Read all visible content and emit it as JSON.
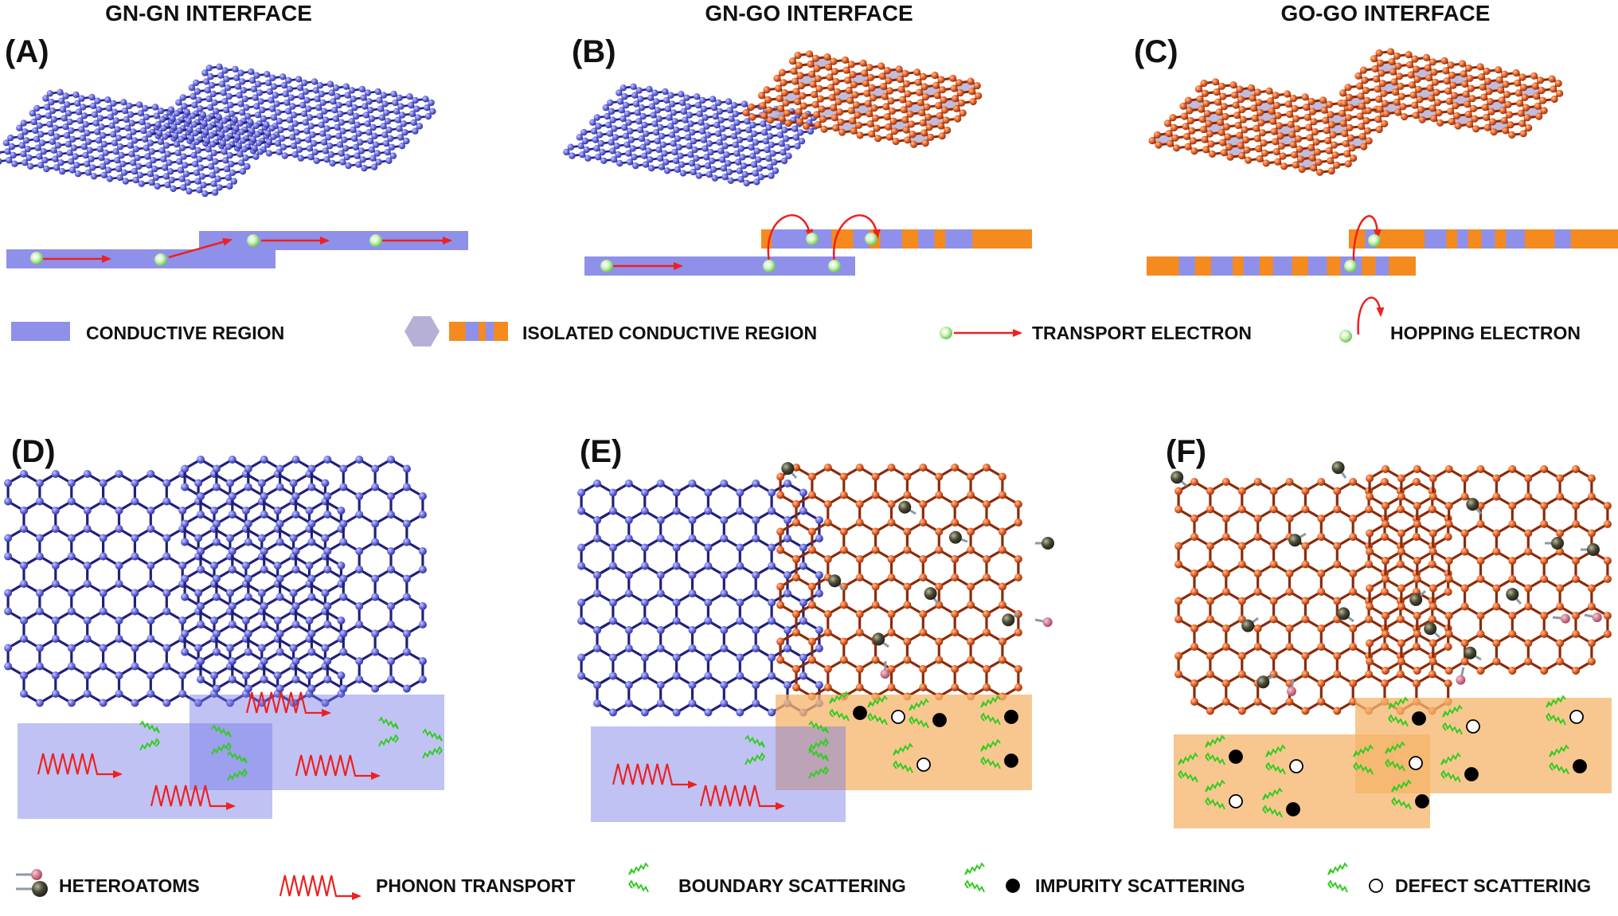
{
  "headers": {
    "gn_gn": "GN-GN INTERFACE",
    "gn_go": "GN-GO INTERFACE",
    "go_go": "GO-GO INTERFACE"
  },
  "panels": {
    "a": "(A)",
    "b": "(B)",
    "c": "(C)",
    "d": "(D)",
    "e": "(E)",
    "f": "(F)"
  },
  "legend_top": {
    "conductive_region": "CONDUCTIVE REGION",
    "isolated_conductive_region": "ISOLATED CONDUCTIVE REGION",
    "transport_electron": "TRANSPORT ELECTRON",
    "hopping_electron": "HOPPING ELECTRON"
  },
  "legend_bottom": {
    "heteroatoms": "HETEROATOMS",
    "phonon_transport": "PHONON TRANSPORT",
    "boundary_scattering": "BOUNDARY SCATTERING",
    "impurity_scattering": "IMPURITY SCATTERING",
    "defect_scattering": "DEFECT SCATTERING"
  },
  "colors": {
    "graphene": "#6b6ee0",
    "graphene_dark": "#20207a",
    "oxide": "#e8652a",
    "oxide_dark": "#8a2a0a",
    "conductive": "#8f90ea",
    "isolated": "#f58a1f",
    "isolated_hex": "#b7b0d6",
    "electron": "#8ee07a",
    "arrow": "#ee2020",
    "boundary": "#33cc22",
    "heteroatom": "#4a4a38",
    "heteroatom_tip": "#c0506a"
  }
}
